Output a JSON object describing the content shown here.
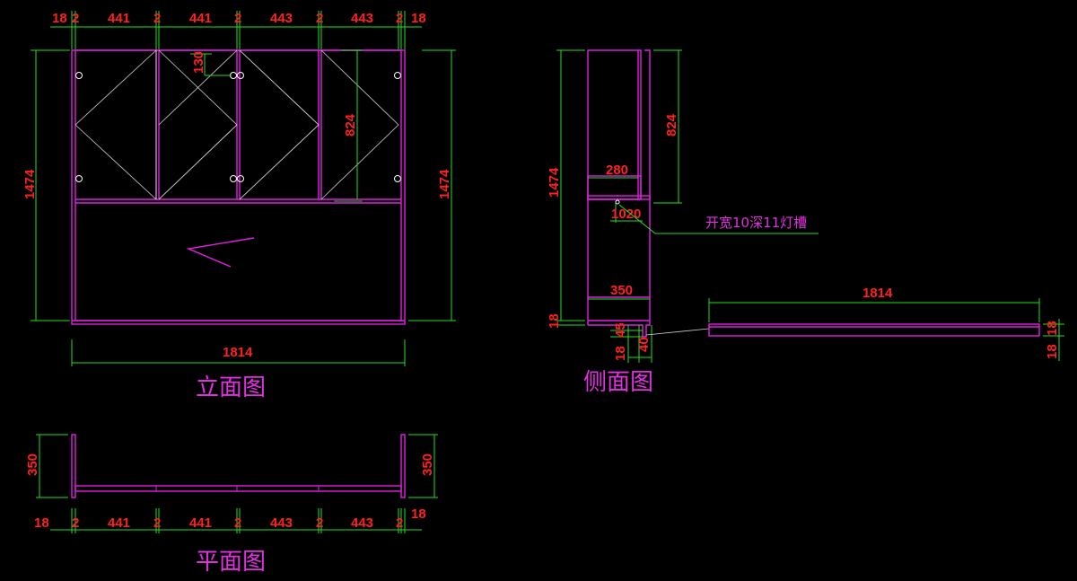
{
  "front_view": {
    "title": "立面图",
    "top_dims": [
      "18",
      "2",
      "441",
      "2",
      "441",
      "2",
      "443",
      "2",
      "443",
      "2",
      "18"
    ],
    "height_left": "1474",
    "height_right": "1474",
    "inner_dim_824": "824",
    "small_dim_130": "130",
    "width_bottom": "1814"
  },
  "side_view": {
    "title": "侧面图",
    "height": "1474",
    "dim_824": "824",
    "dim_280": "280",
    "dim_10_20": "1020",
    "dim_350": "350",
    "dim_18_left": "18",
    "dim_45": "45",
    "dim_18_bottom": "18",
    "dim_40": "40",
    "note": "开宽10深11灯槽",
    "shelf_width": "1814",
    "shelf_dim_a": "18",
    "shelf_dim_b": "18"
  },
  "plan_view": {
    "title": "平面图",
    "depth_left": "350",
    "depth_right": "350",
    "bottom_dims": [
      "18",
      "2",
      "441",
      "2",
      "441",
      "2",
      "443",
      "2",
      "443",
      "2",
      "18"
    ]
  },
  "colors": {
    "dimension_line": "#20e020",
    "part_outline": "#e020e0",
    "dimension_text": "#ff2020",
    "background": "#000000"
  }
}
